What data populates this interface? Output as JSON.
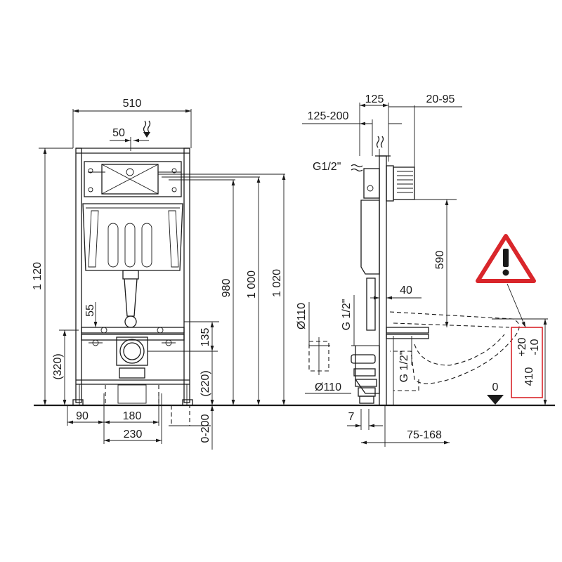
{
  "colors": {
    "line": "#1a1a1a",
    "warning": "#d9262b",
    "highlight_box": "#d9262b"
  },
  "front_view": {
    "dims": {
      "width_total": "510",
      "top_offset": "50",
      "height_total": "1 120",
      "h_980": "980",
      "h_1000": "1 000",
      "h_1020": "1 020",
      "h_320": "(320)",
      "h_55": "55",
      "h_135": "135",
      "h_220": "(220)",
      "adjust_0_200": "0-200",
      "w_90": "90",
      "w_180": "180",
      "w_230": "230"
    }
  },
  "side_view": {
    "dims": {
      "d_125": "125",
      "d_20_95": "20-95",
      "d_125_200": "125-200",
      "g_top": "G1/2\"",
      "h_590": "590",
      "d_40": "40",
      "dia_110_upper": "Ø110",
      "g_left": "G 1/2\"",
      "dia_110_lower": "Ø110",
      "g_lower": "G 1/2\"",
      "zero": "0",
      "d_7": "7",
      "d_75_168": "75-168",
      "seat_410": "410",
      "seat_plus": "+20",
      "seat_minus": "-10"
    },
    "icons": [
      "warning-icon",
      "water-inlet-icon"
    ]
  }
}
